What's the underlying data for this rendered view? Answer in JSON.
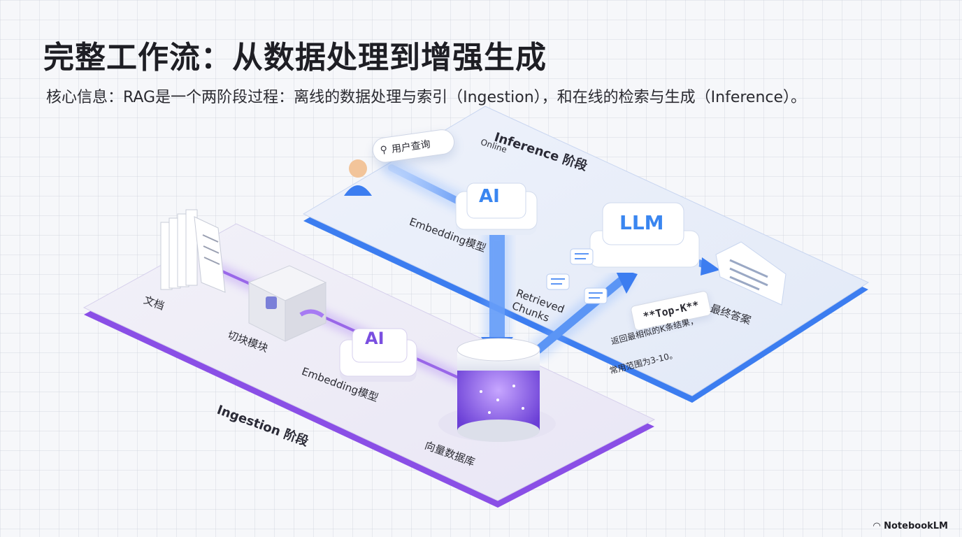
{
  "title": "完整工作流：从数据处理到增强生成",
  "subtitle": "核心信息：RAG是一个两阶段过程：离线的数据处理与索引（Ingestion），和在线的检索与生成（Inference）。",
  "inference": {
    "stage_label": "Inference 阶段",
    "stage_sub": "Online",
    "user_query": "用户查询",
    "embedding_chip": "AI",
    "embedding_label": "Embedding模型",
    "llm_chip": "LLM",
    "retrieved_label_1": "Retrieved",
    "retrieved_label_2": "Chunks",
    "topk_title": "**Top-K**",
    "topk_desc_1": "返回最相似的K条结果，",
    "topk_desc_2": "常用范围为3-10。",
    "final_answer": "最终答案"
  },
  "ingestion": {
    "stage_label": "Ingestion 阶段",
    "documents_label": "文档",
    "chunking_label": "切块模块",
    "embedding_chip": "AI",
    "embedding_label": "Embedding模型",
    "vector_db_label": "向量数据库"
  },
  "brand": "NotebookLM",
  "colors": {
    "inference_accent": "#3c7df0",
    "ingestion_accent": "#8a4fe6",
    "chip_text": "#3a86f0"
  }
}
